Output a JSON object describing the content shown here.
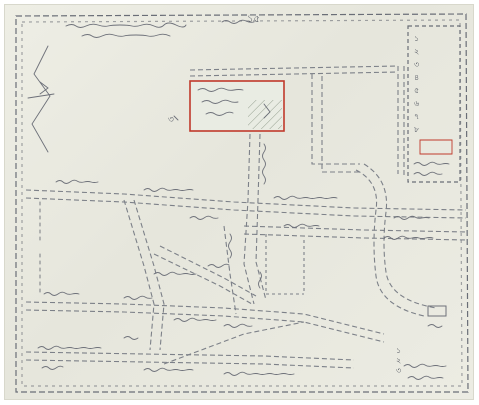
{
  "map": {
    "background": "#ebebe2",
    "ink": "#6d7079",
    "highlight": "#c0392b",
    "hatch": "#7f8c7a"
  },
  "header": {
    "top_right_numeral": "১৫",
    "corner_mark": "৩"
  },
  "legend": {
    "items": [
      "১",
      "২",
      "৩",
      "৪",
      "৫",
      "৬",
      "৭",
      "৮"
    ]
  },
  "bottom_right_note": {
    "lines": [
      "১",
      "২",
      "৩"
    ]
  }
}
